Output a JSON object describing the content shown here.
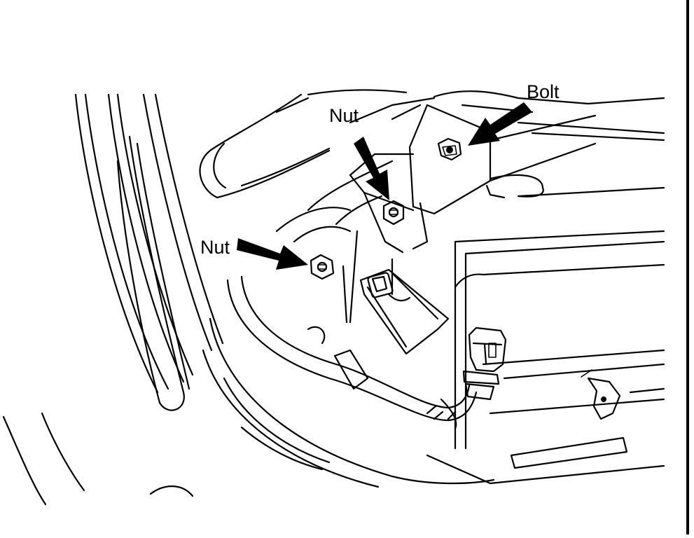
{
  "labels": {
    "bolt": "Bolt",
    "nut_top": "Nut",
    "nut_left": "Nut"
  }
}
